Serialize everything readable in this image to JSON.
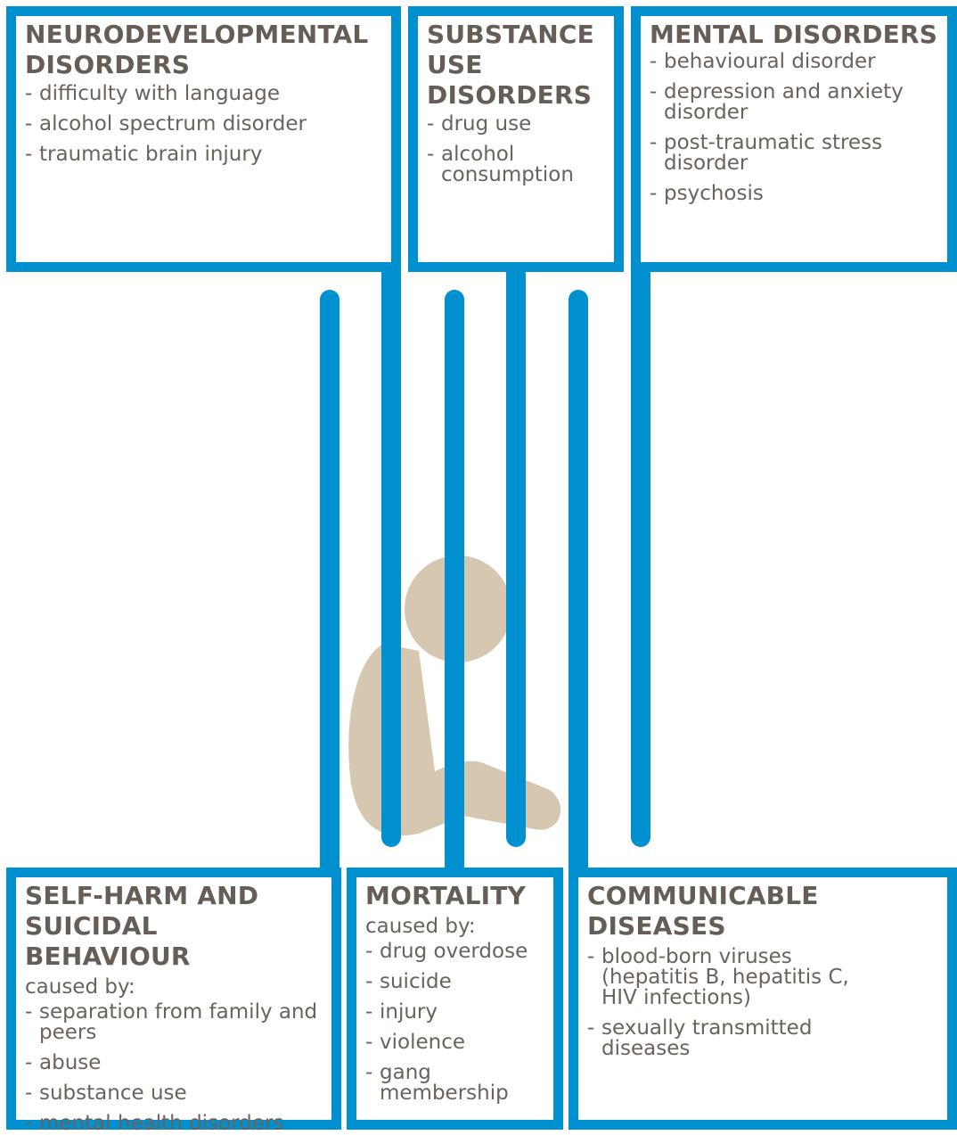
{
  "colors": {
    "frame": "#0090d0",
    "figure": "#d6c7b1",
    "text": "#6b625b"
  },
  "boxes": {
    "neurodevelopmental": {
      "title_lines": [
        "NEURODEVELOPMENTAL",
        "DISORDERS"
      ],
      "items": [
        "difficulty with language",
        "alcohol spectrum disorder",
        "traumatic brain injury"
      ]
    },
    "substance": {
      "title_lines": [
        "SUBSTANCE",
        "USE",
        "DISORDERS"
      ],
      "items": [
        [
          "drug use"
        ],
        [
          "alcohol",
          "consumption"
        ]
      ]
    },
    "mental": {
      "title_lines": [
        "MENTAL DISORDERS"
      ],
      "items": [
        [
          "behavioural disorder"
        ],
        [
          "depression and anxiety",
          "disorder"
        ],
        [
          "post-traumatic stress",
          "disorder"
        ],
        [
          "psychosis"
        ]
      ]
    },
    "selfharm": {
      "title_lines": [
        "SELF-HARM AND",
        "SUICIDAL BEHAVIOUR"
      ],
      "subtitle": "caused by:",
      "items": [
        [
          "separation from family and",
          "peers"
        ],
        [
          "abuse"
        ],
        [
          "substance use"
        ],
        [
          "mental health disorders"
        ]
      ]
    },
    "mortality": {
      "title_lines": [
        "MORTALITY"
      ],
      "subtitle": "caused by:",
      "items": [
        [
          "drug overdose"
        ],
        [
          "suicide"
        ],
        [
          "injury"
        ],
        [
          "violence"
        ],
        [
          "gang",
          "membership"
        ]
      ]
    },
    "communicable": {
      "title_lines": [
        "COMMUNICABLE",
        "DISEASES"
      ],
      "items": [
        [
          "blood-born viruses",
          "(hepatitis B, hepatitis C,",
          "HIV infections)"
        ],
        [
          "sexually transmitted",
          "diseases"
        ]
      ]
    }
  },
  "dash": "-",
  "figure_icon": "seated-child-behind-bars-icon"
}
